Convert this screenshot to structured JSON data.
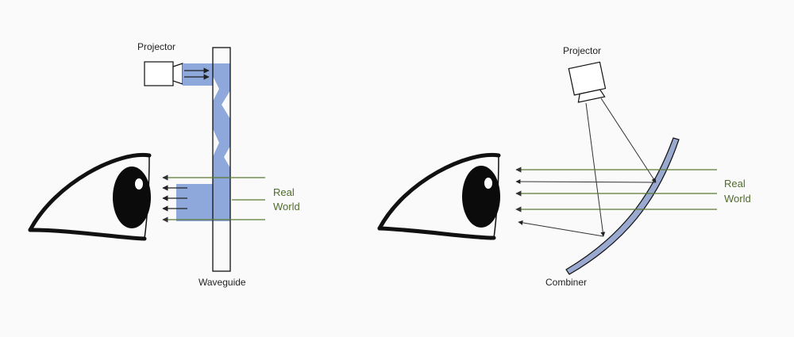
{
  "left_diagram": {
    "projector_label": "Projector",
    "waveguide_label": "Waveguide",
    "real_world_line1": "Real",
    "real_world_line2": "World"
  },
  "right_diagram": {
    "projector_label": "Projector",
    "combiner_label": "Combiner",
    "real_world_line1": "Real",
    "real_world_line2": "World"
  },
  "colors": {
    "background": "#fafafa",
    "outline": "#111111",
    "waveguide_light": "#8fa8db",
    "combiner_fill": "#9aa9cf",
    "real_world_arrow": "#5b7a33",
    "real_world_text": "#4f6b2c",
    "ray": "#333333"
  },
  "icons": [
    "eye-icon",
    "projector-icon",
    "arrow-icon"
  ]
}
